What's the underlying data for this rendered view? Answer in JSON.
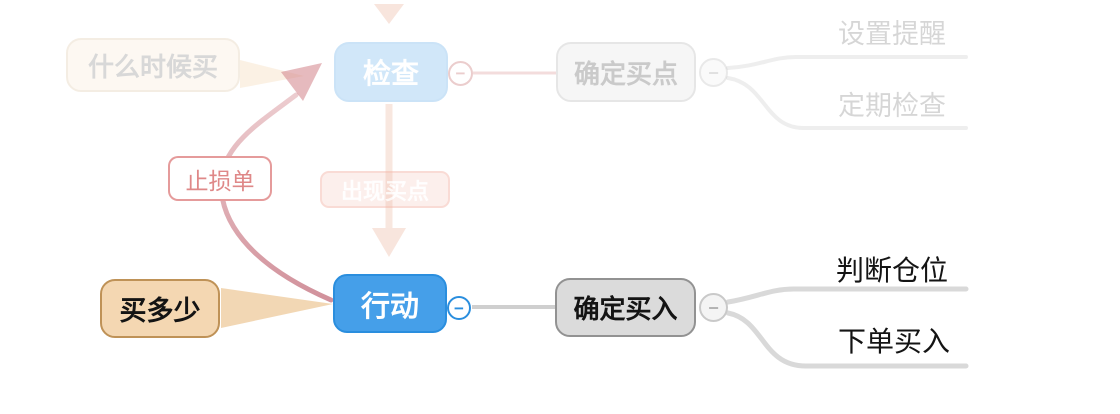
{
  "colors": {
    "blue": "#459fe9",
    "blue-border": "#2a8ede",
    "tan": "#f4d7b2",
    "tan-border": "#bf9257",
    "gray-node": "#dbdbdb",
    "gray-node-border": "#929292",
    "line-gray": "#d9d9d9",
    "rose": "#d28289",
    "salmon": "#e08a66",
    "text-dark": "#141414"
  },
  "glyphs": {
    "collapse": "−"
  },
  "mindmap": {
    "ghost_branch": {
      "when_to_buy": "什么时候买",
      "check": "检查",
      "confirm_buy_point": "确定买点",
      "set_reminder": "设置提醒",
      "periodic_check": "定期检查",
      "buy_point_appears": "出现买点"
    },
    "relationship": {
      "stop_loss_order": "止损单"
    },
    "active_branch": {
      "how_much_to_buy": "买多少",
      "action": "行动",
      "confirm_buy_in": "确定买入",
      "judge_position": "判断仓位",
      "place_order_buy": "下单买入"
    }
  }
}
